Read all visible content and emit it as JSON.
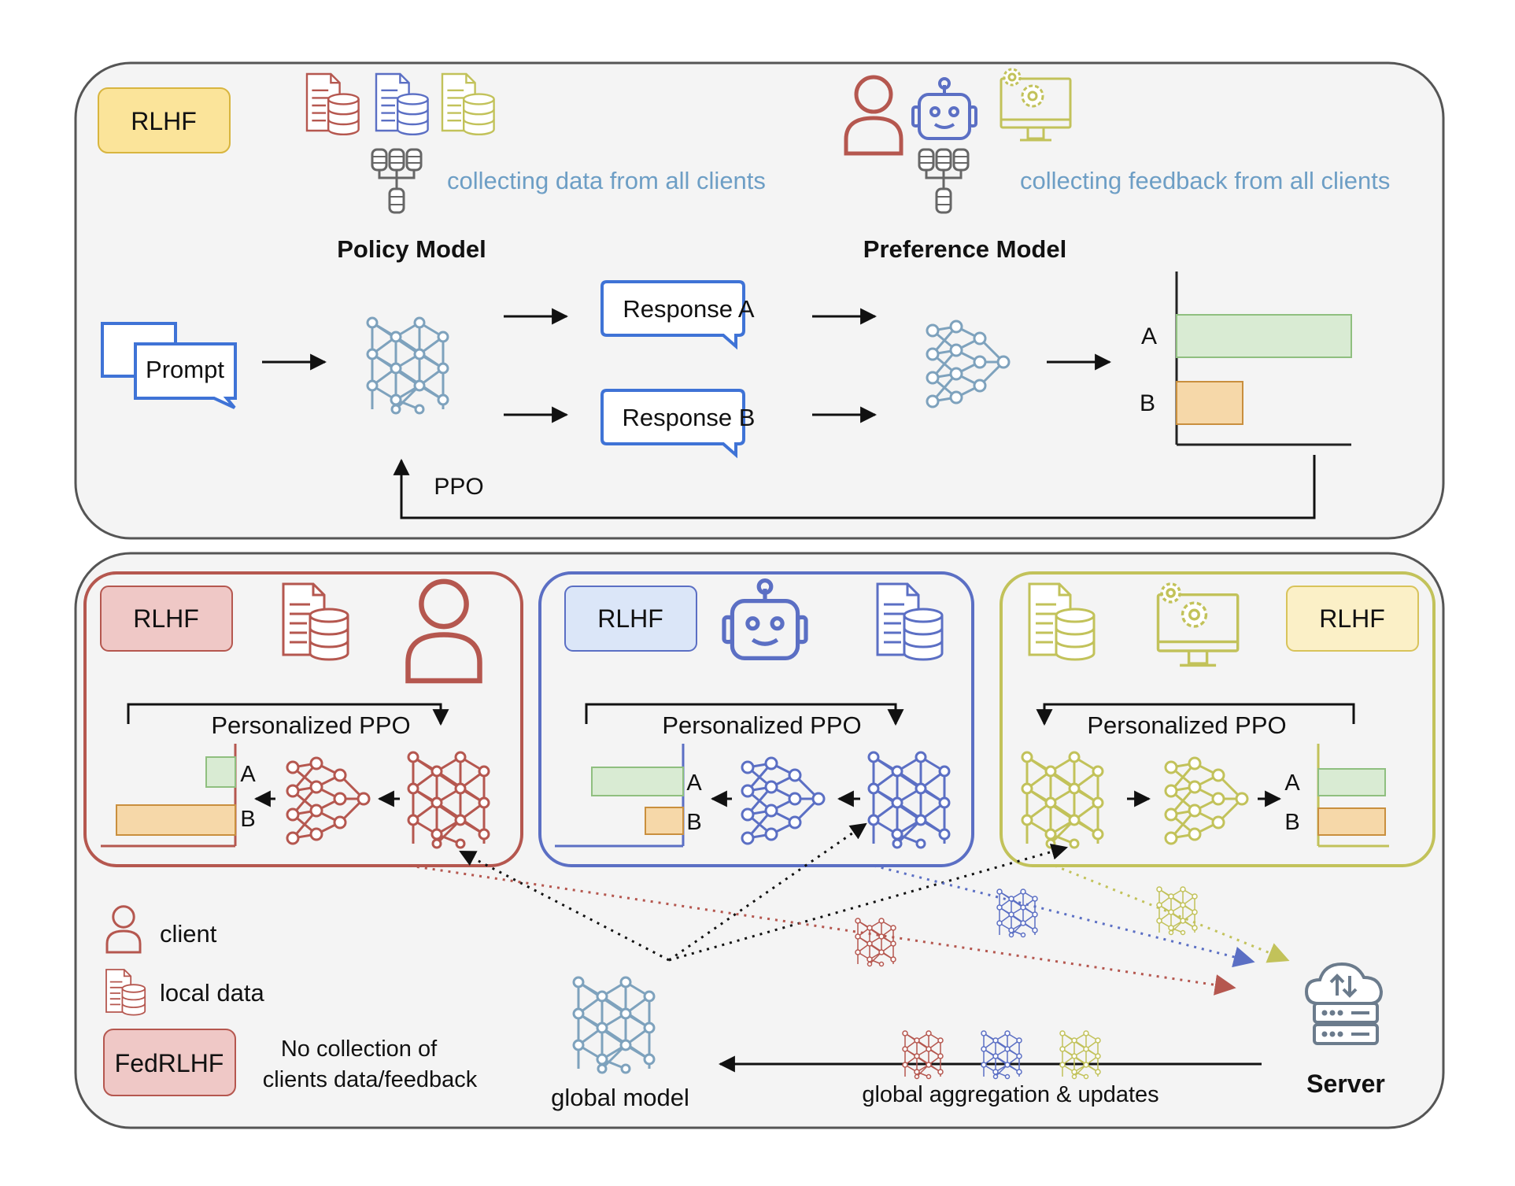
{
  "top_panel": {
    "badge": "RLHF",
    "collect_data": "collecting data from all clients",
    "collect_feedback": "collecting feedback from all clients",
    "policy_model": "Policy Model",
    "preference_model": "Preference Model",
    "prompt": "Prompt",
    "response_a": "Response A",
    "response_b": "Response B",
    "bar_a": "A",
    "bar_b": "B",
    "ppo": "PPO"
  },
  "clients": [
    {
      "badge": "RLHF",
      "ppo_label": "Personalized PPO",
      "label_a": "A",
      "label_b": "B"
    },
    {
      "badge": "RLHF",
      "ppo_label": "Personalized  PPO",
      "label_a": "A",
      "label_b": "B"
    },
    {
      "badge": "RLHF",
      "ppo_label": "Personalized  PPO",
      "label_a": "A",
      "label_b": "B"
    }
  ],
  "legend": {
    "client": "client",
    "local_data": "local data",
    "fedrlhf": "FedRLHF",
    "note_line1": "No collection of",
    "note_line2": "clients data/feedback"
  },
  "bottom": {
    "global_model": "global model",
    "aggregation": "global aggregation & updates",
    "server": "Server"
  },
  "colors": {
    "red": "#b5574f",
    "blue": "#5b6fc4",
    "yellow": "#c2c25a",
    "steel": "#7ea2bd",
    "text_blue": "#6d9ec5",
    "rlhf_yellow": "#fbe49a",
    "rlhf_red": "#efc8c6",
    "rlhf_blue": "#dbe6f8",
    "rlhf_lightyellow": "#fbf0c7",
    "bar_green": "#d9ebd3",
    "bar_orange": "#f6d8a9"
  }
}
